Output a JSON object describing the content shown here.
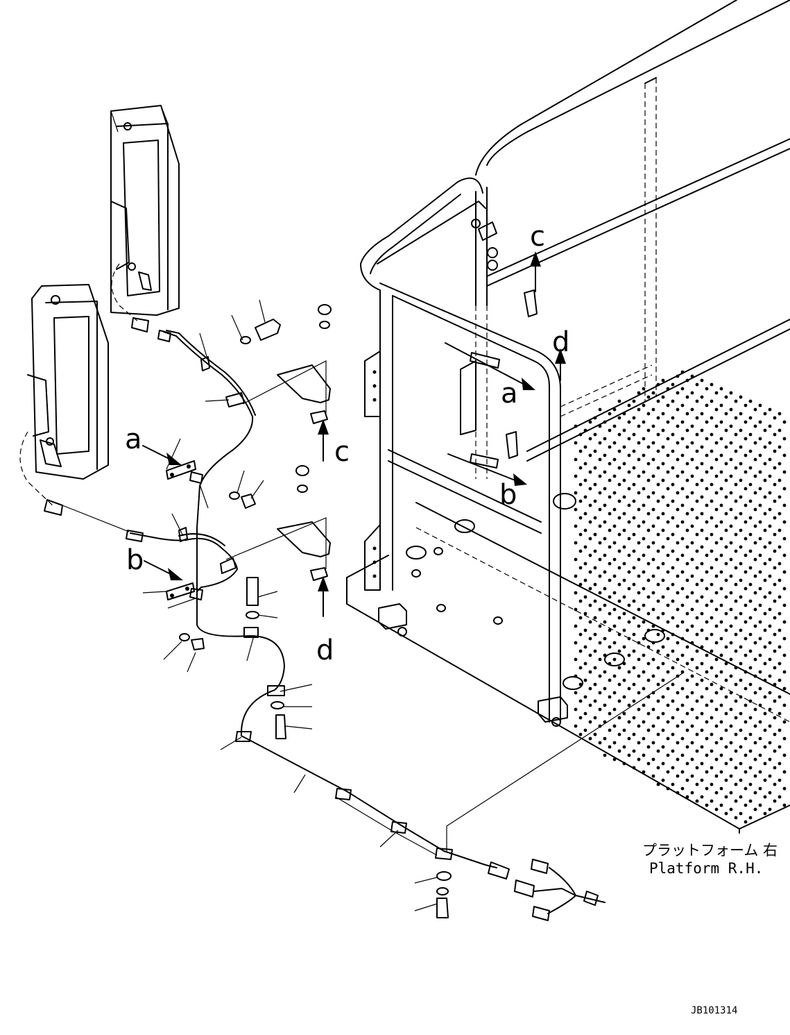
{
  "callouts": {
    "a_left": "a",
    "b_left": "b",
    "c_left": "c",
    "d_left": "d",
    "a_right": "a",
    "b_right": "b",
    "c_right": "c",
    "d_right": "d"
  },
  "caption": {
    "japanese": "プラットフォーム 右",
    "english": "Platform R.H."
  },
  "drawing_code": "JB101314"
}
